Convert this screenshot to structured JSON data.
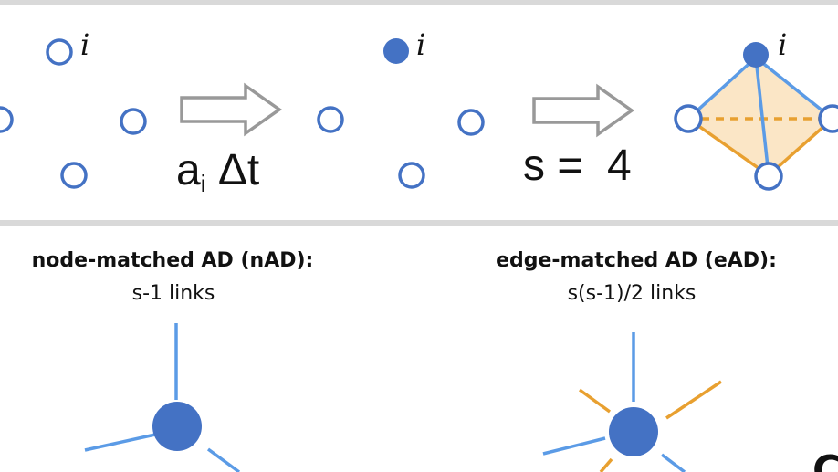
{
  "node_label": "i",
  "rate_label": {
    "main": "a",
    "sub": "i",
    "tail": " Δt"
  },
  "size_label": "s =  4",
  "panels": [
    {
      "title": "node-matched AD (nAD):",
      "subtitle": "s-1 links"
    },
    {
      "title": "edge-matched AD (eAD):",
      "subtitle": "s(s-1)/2 links"
    }
  ],
  "corner_glyph": "C",
  "colors": {
    "node": "#4472C4",
    "blue_link": "#5B9BE6",
    "orange_link": "#E8A030",
    "fill": "#FBE6C6",
    "arrow": "#999999",
    "divider": "#D9D9D9",
    "text": "#111111"
  }
}
